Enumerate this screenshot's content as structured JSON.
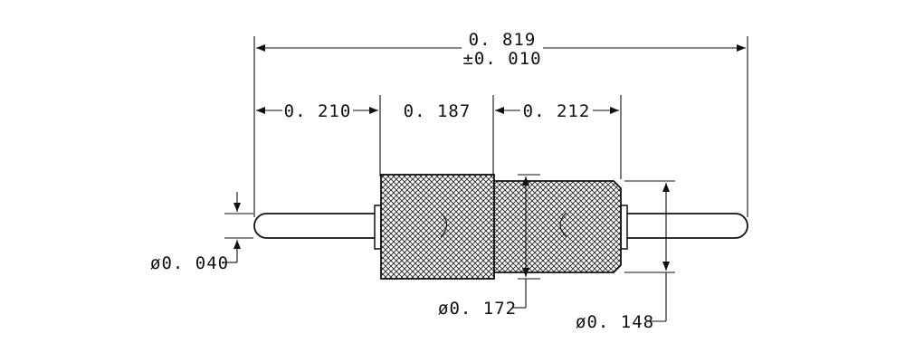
{
  "dimensions": {
    "overall_length": "0. 819",
    "overall_tolerance": "±0. 010",
    "left_pin_length": "0. 210",
    "center_body_length": "0. 187",
    "right_body_length": "0. 212",
    "pin_diameter": "ø0. 040",
    "large_body_diameter": "ø0. 172",
    "small_body_diameter": "ø0. 148"
  }
}
